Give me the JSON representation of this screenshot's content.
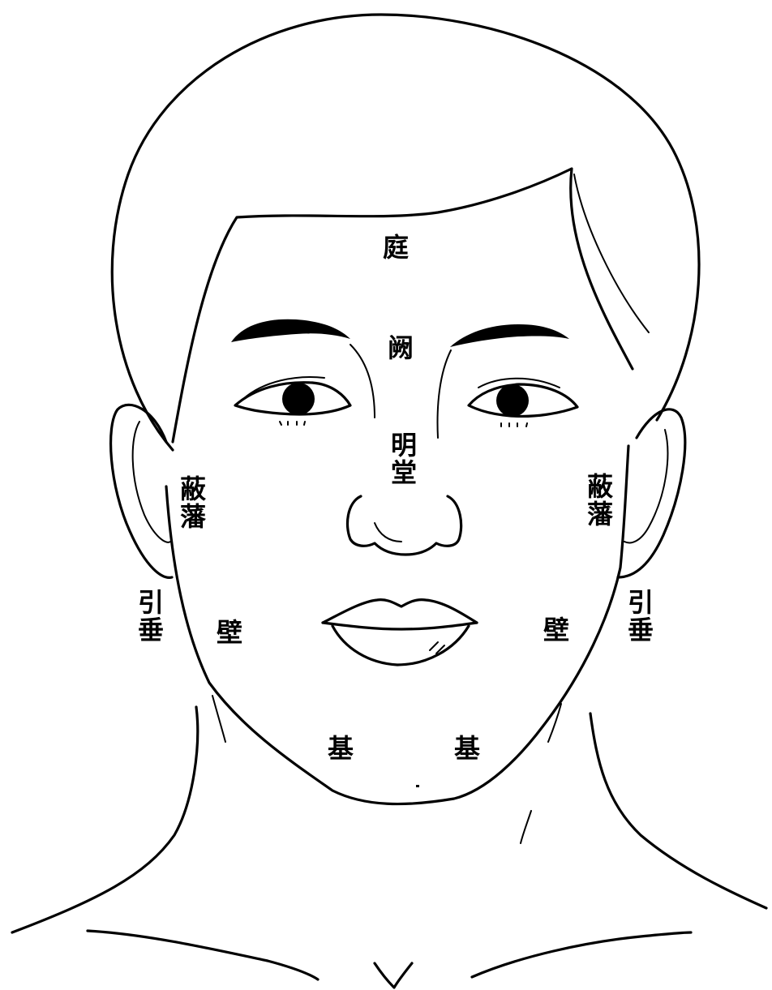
{
  "diagram": {
    "ink_color": "#000000",
    "background": "#ffffff",
    "labels": {
      "ting": "庭",
      "que": "阙",
      "mingtang": "明堂",
      "fanpi_left": "蔽藩",
      "fanpi_right": "蔽藩",
      "yinchui_left": "引垂",
      "yinchui_right": "引垂",
      "bi_left": "壁",
      "bi_right": "壁",
      "ji_left": "基",
      "ji_right": "基"
    }
  }
}
